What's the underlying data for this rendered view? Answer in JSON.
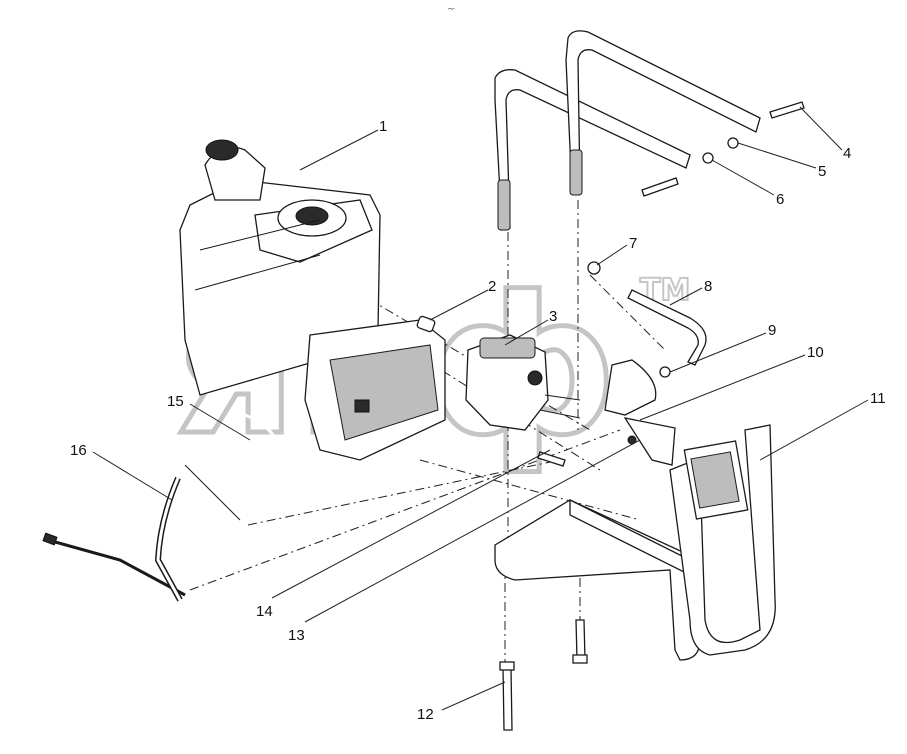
{
  "watermark": {
    "text": "япф",
    "mark": "TM"
  },
  "callouts": [
    {
      "id": 1,
      "label": "1"
    },
    {
      "id": 2,
      "label": "2"
    },
    {
      "id": 3,
      "label": "3"
    },
    {
      "id": 4,
      "label": "4"
    },
    {
      "id": 5,
      "label": "5"
    },
    {
      "id": 6,
      "label": "6"
    },
    {
      "id": 7,
      "label": "7"
    },
    {
      "id": 8,
      "label": "8"
    },
    {
      "id": 9,
      "label": "9"
    },
    {
      "id": 10,
      "label": "10"
    },
    {
      "id": 11,
      "label": "11"
    },
    {
      "id": 12,
      "label": "12"
    },
    {
      "id": 13,
      "label": "13"
    },
    {
      "id": 14,
      "label": "14"
    },
    {
      "id": 15,
      "label": "15"
    },
    {
      "id": 16,
      "label": "16"
    }
  ]
}
